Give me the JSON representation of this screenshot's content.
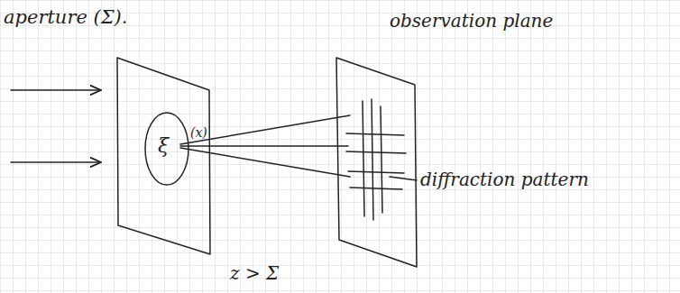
{
  "diagram": {
    "labels": [
      "aperture (Σ).",
      "observation plane",
      "ξ",
      "(x)",
      "diffraction pattern",
      "z > Σ"
    ]
  }
}
